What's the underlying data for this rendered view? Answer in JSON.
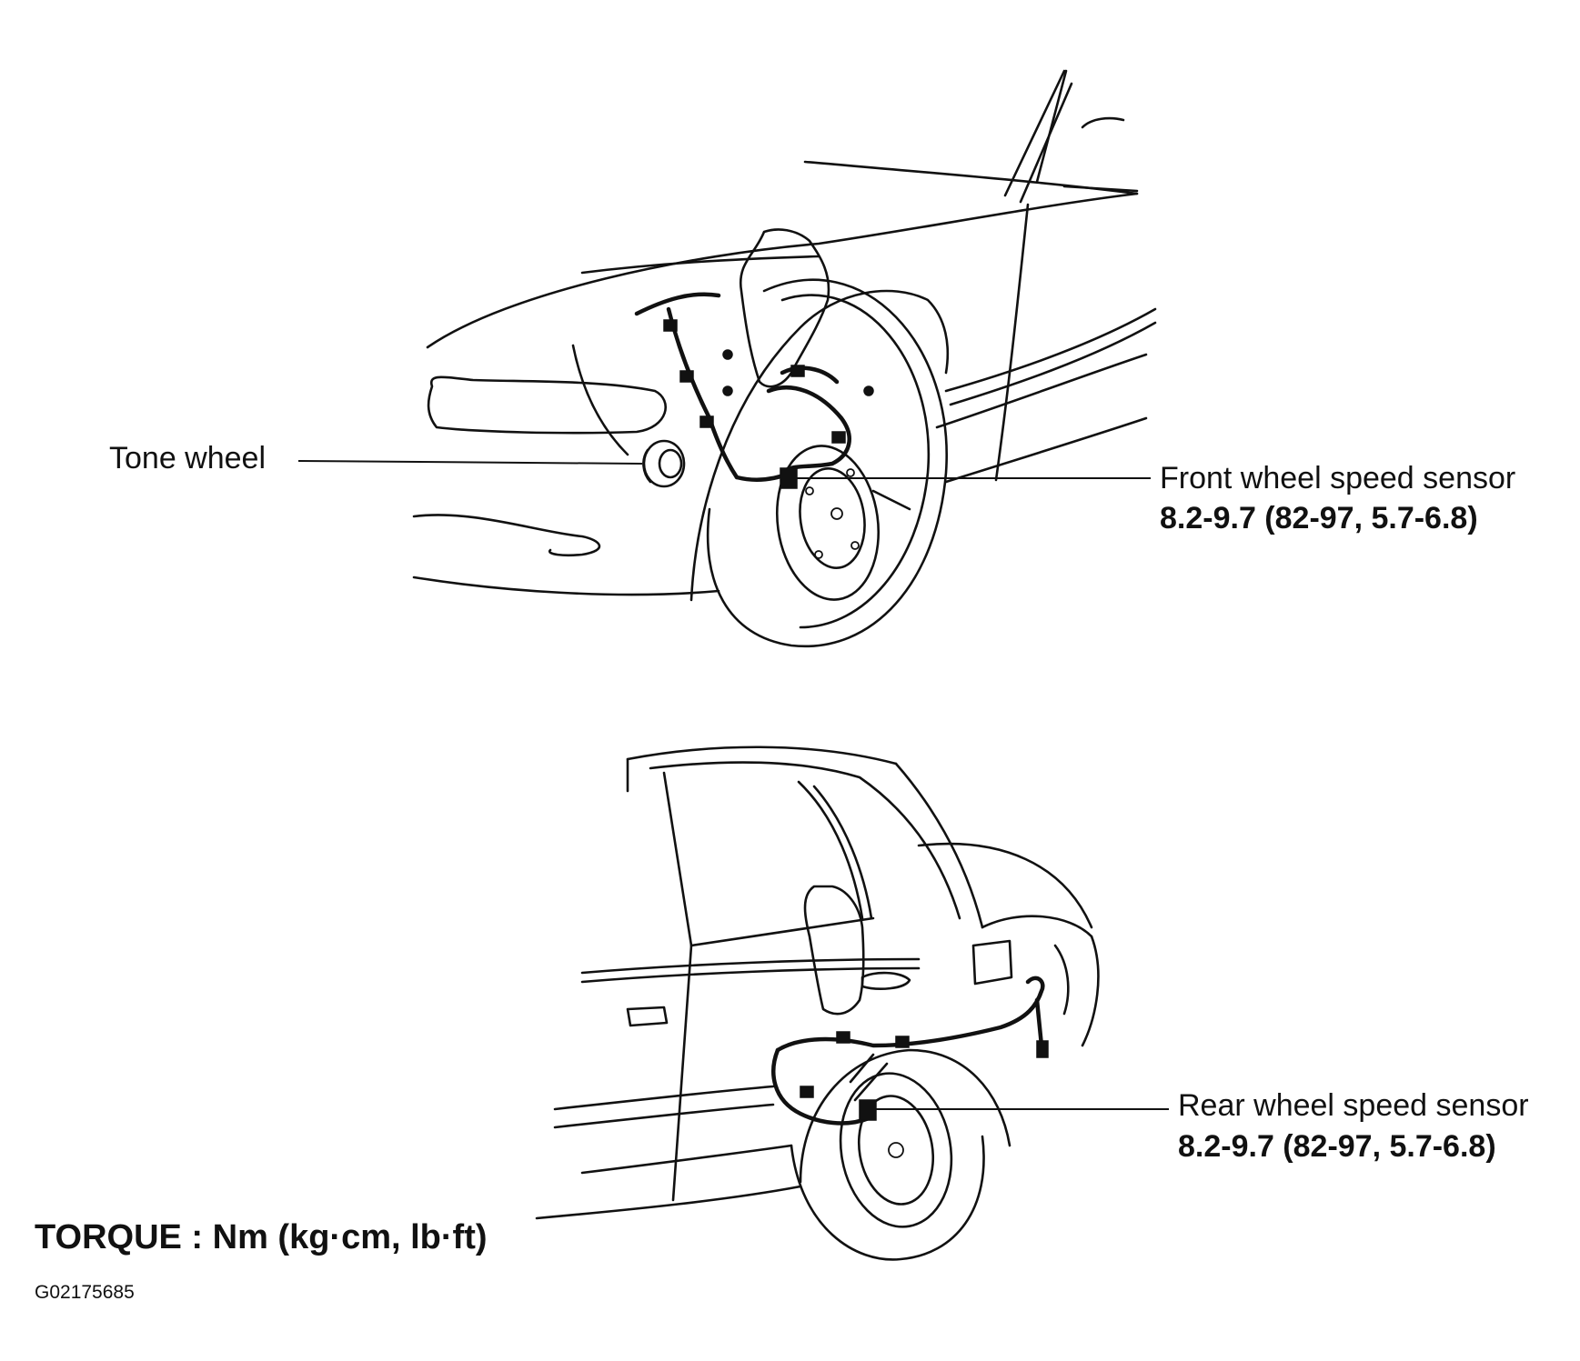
{
  "labels": {
    "tone_wheel": "Tone wheel",
    "front_sensor": "Front wheel speed sensor",
    "front_torque": "8.2-9.7 (82-97, 5.7-6.8)",
    "rear_sensor": "Rear wheel speed sensor",
    "rear_torque": "8.2-9.7 (82-97, 5.7-6.8)",
    "torque_units": "TORQUE : Nm (kg·cm, lb·ft)",
    "figure_code": "G02175685"
  }
}
